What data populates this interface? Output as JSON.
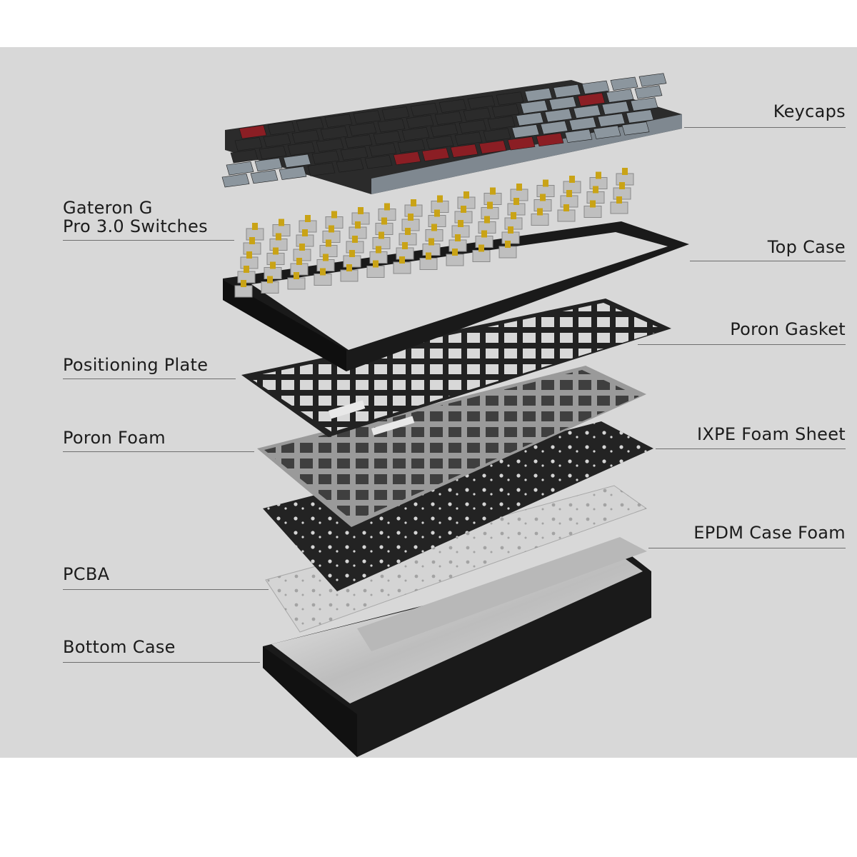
{
  "diagram": {
    "left_labels": [
      {
        "id": "switches",
        "line1": "Gateron G",
        "line2": "Pro 3.0 Switches"
      },
      {
        "id": "positioning-plate",
        "text": "Positioning Plate"
      },
      {
        "id": "poron-foam",
        "text": "Poron Foam"
      },
      {
        "id": "pcba",
        "text": "PCBA"
      },
      {
        "id": "bottom-case",
        "text": "Bottom Case"
      }
    ],
    "right_labels": [
      {
        "id": "keycaps",
        "text": "Keycaps"
      },
      {
        "id": "top-case",
        "text": "Top Case"
      },
      {
        "id": "poron-gasket",
        "text": "Poron Gasket"
      },
      {
        "id": "ixpe-foam-sheet",
        "text": "IXPE Foam Sheet"
      },
      {
        "id": "epdm-case-foam",
        "text": "EPDM Case Foam"
      }
    ]
  },
  "colors": {
    "panel_bg": "#d8d8d8",
    "keycap_black": "#2b2b2b",
    "keycap_grey": "#8c969e",
    "keycap_red": "#8b1e24",
    "switch_yellow": "#c9a316",
    "case_black": "#1e1e1e",
    "plate_black": "#262626",
    "foam_grey": "#8a8a8a",
    "pcba_silver": "#cfcfcf"
  }
}
